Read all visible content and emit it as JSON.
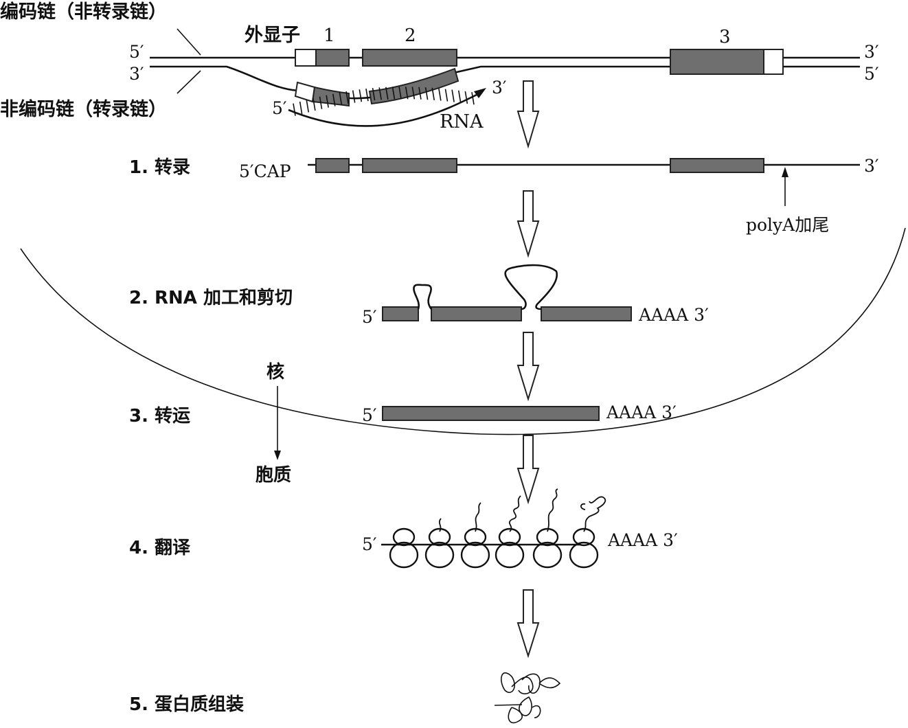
{
  "diagram": {
    "title_labels": {
      "coding_strand": "编码链（非转录链）",
      "template_strand": "非编码链（转录链）",
      "exon": "外显子",
      "exon_numbers": [
        "1",
        "2",
        "3"
      ]
    },
    "ends": {
      "five_prime": "5′",
      "three_prime": "3′",
      "cap": "5′CAP",
      "polyA_tail": "AAAA 3′"
    },
    "rna_label": "RNA",
    "polyA_label": "polyA加尾",
    "compartments": {
      "nucleus": "核",
      "cytoplasm": "胞质"
    },
    "steps": [
      {
        "label": "1. 转录"
      },
      {
        "label": "2. RNA 加工和剪切"
      },
      {
        "label": "3. 转运"
      },
      {
        "label": "4. 翻译"
      },
      {
        "label": "5. 蛋白质组装"
      }
    ],
    "colors": {
      "exon_fill": "#6f6f6f",
      "utr_fill": "#ffffff",
      "stroke": "#111111"
    }
  }
}
